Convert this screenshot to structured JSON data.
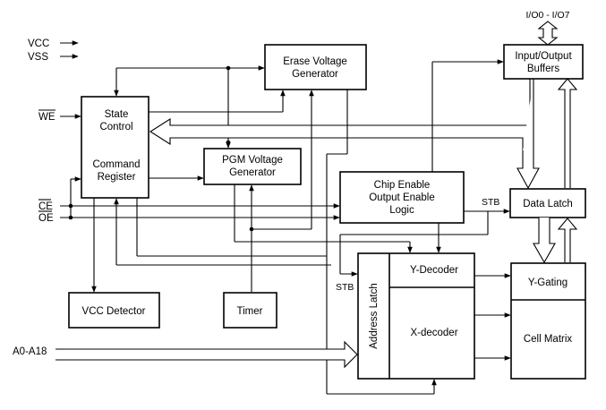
{
  "blocks": {
    "state_control": "State Control",
    "state_control_l1": "State",
    "state_control_l2": "Control",
    "command_register_l1": "Command",
    "command_register_l2": "Register",
    "erase_l1": "Erase Voltage",
    "erase_l2": "Generator",
    "pgm_l1": "PGM Voltage",
    "pgm_l2": "Generator",
    "chip_l1": "Chip Enable",
    "chip_l2": "Output Enable",
    "chip_l3": "Logic",
    "io_l1": "Input/Output",
    "io_l2": "Buffers",
    "data_latch": "Data Latch",
    "y_gating": "Y-Gating",
    "cell_matrix": "Cell Matrix",
    "y_decoder": "Y-Decoder",
    "x_decoder": "X-decoder",
    "address_latch": "Address Latch",
    "vcc_detector": "VCC Detector",
    "timer": "Timer"
  },
  "signals": {
    "vcc": "VCC",
    "vss": "VSS",
    "we": "WE",
    "ce": "CE",
    "oe": "OE",
    "stb_right": "STB",
    "stb_left": "STB",
    "address": "A0-A18",
    "io": "I/O0 - I/O7"
  },
  "colors": {
    "line": "#000000",
    "background": "#ffffff"
  }
}
